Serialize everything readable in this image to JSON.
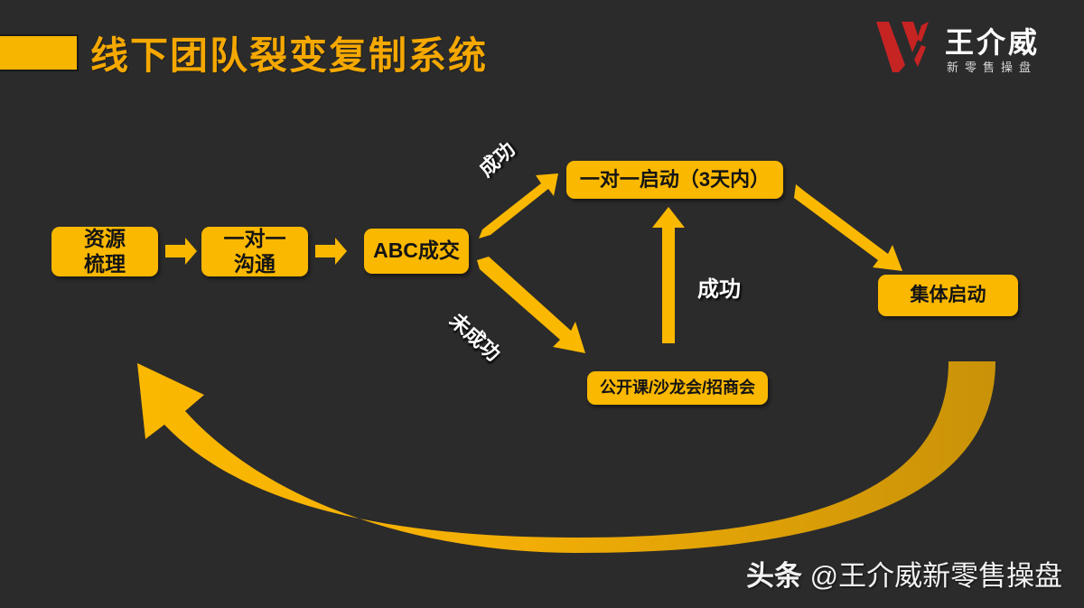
{
  "header": {
    "title": "线下团队裂变复制系统",
    "accent_color": "#F7B500",
    "title_color": "#F5A800"
  },
  "logo": {
    "mark": "w-logo-icon",
    "brand": "王介威",
    "tagline": "新零售操盘",
    "mark_color": "#C62323"
  },
  "diagram": {
    "background": "#2b2b2b",
    "node_fill": "#FBB800",
    "node_text_color": "#141414",
    "arrow_color": "#FBB800",
    "loop_arrow_color_start": "#FBB800",
    "loop_arrow_color_end": "#C99208",
    "nodes": [
      {
        "id": "resource",
        "label": "资源\n梳理"
      },
      {
        "id": "oneone",
        "label": "一对一\n沟通"
      },
      {
        "id": "abc",
        "label": "ABC成交"
      },
      {
        "id": "launch11",
        "label": "一对一启动（3天内）"
      },
      {
        "id": "public",
        "label": "公开课/沙龙会/招商会"
      },
      {
        "id": "group",
        "label": "集体启动"
      }
    ],
    "edge_labels": [
      {
        "id": "success-top",
        "text": "成功"
      },
      {
        "id": "fail",
        "text": "未成功"
      },
      {
        "id": "success-mid",
        "text": "成功"
      }
    ]
  },
  "watermark": {
    "strong": "头条",
    "rest": "@王介威新零售操盘"
  }
}
